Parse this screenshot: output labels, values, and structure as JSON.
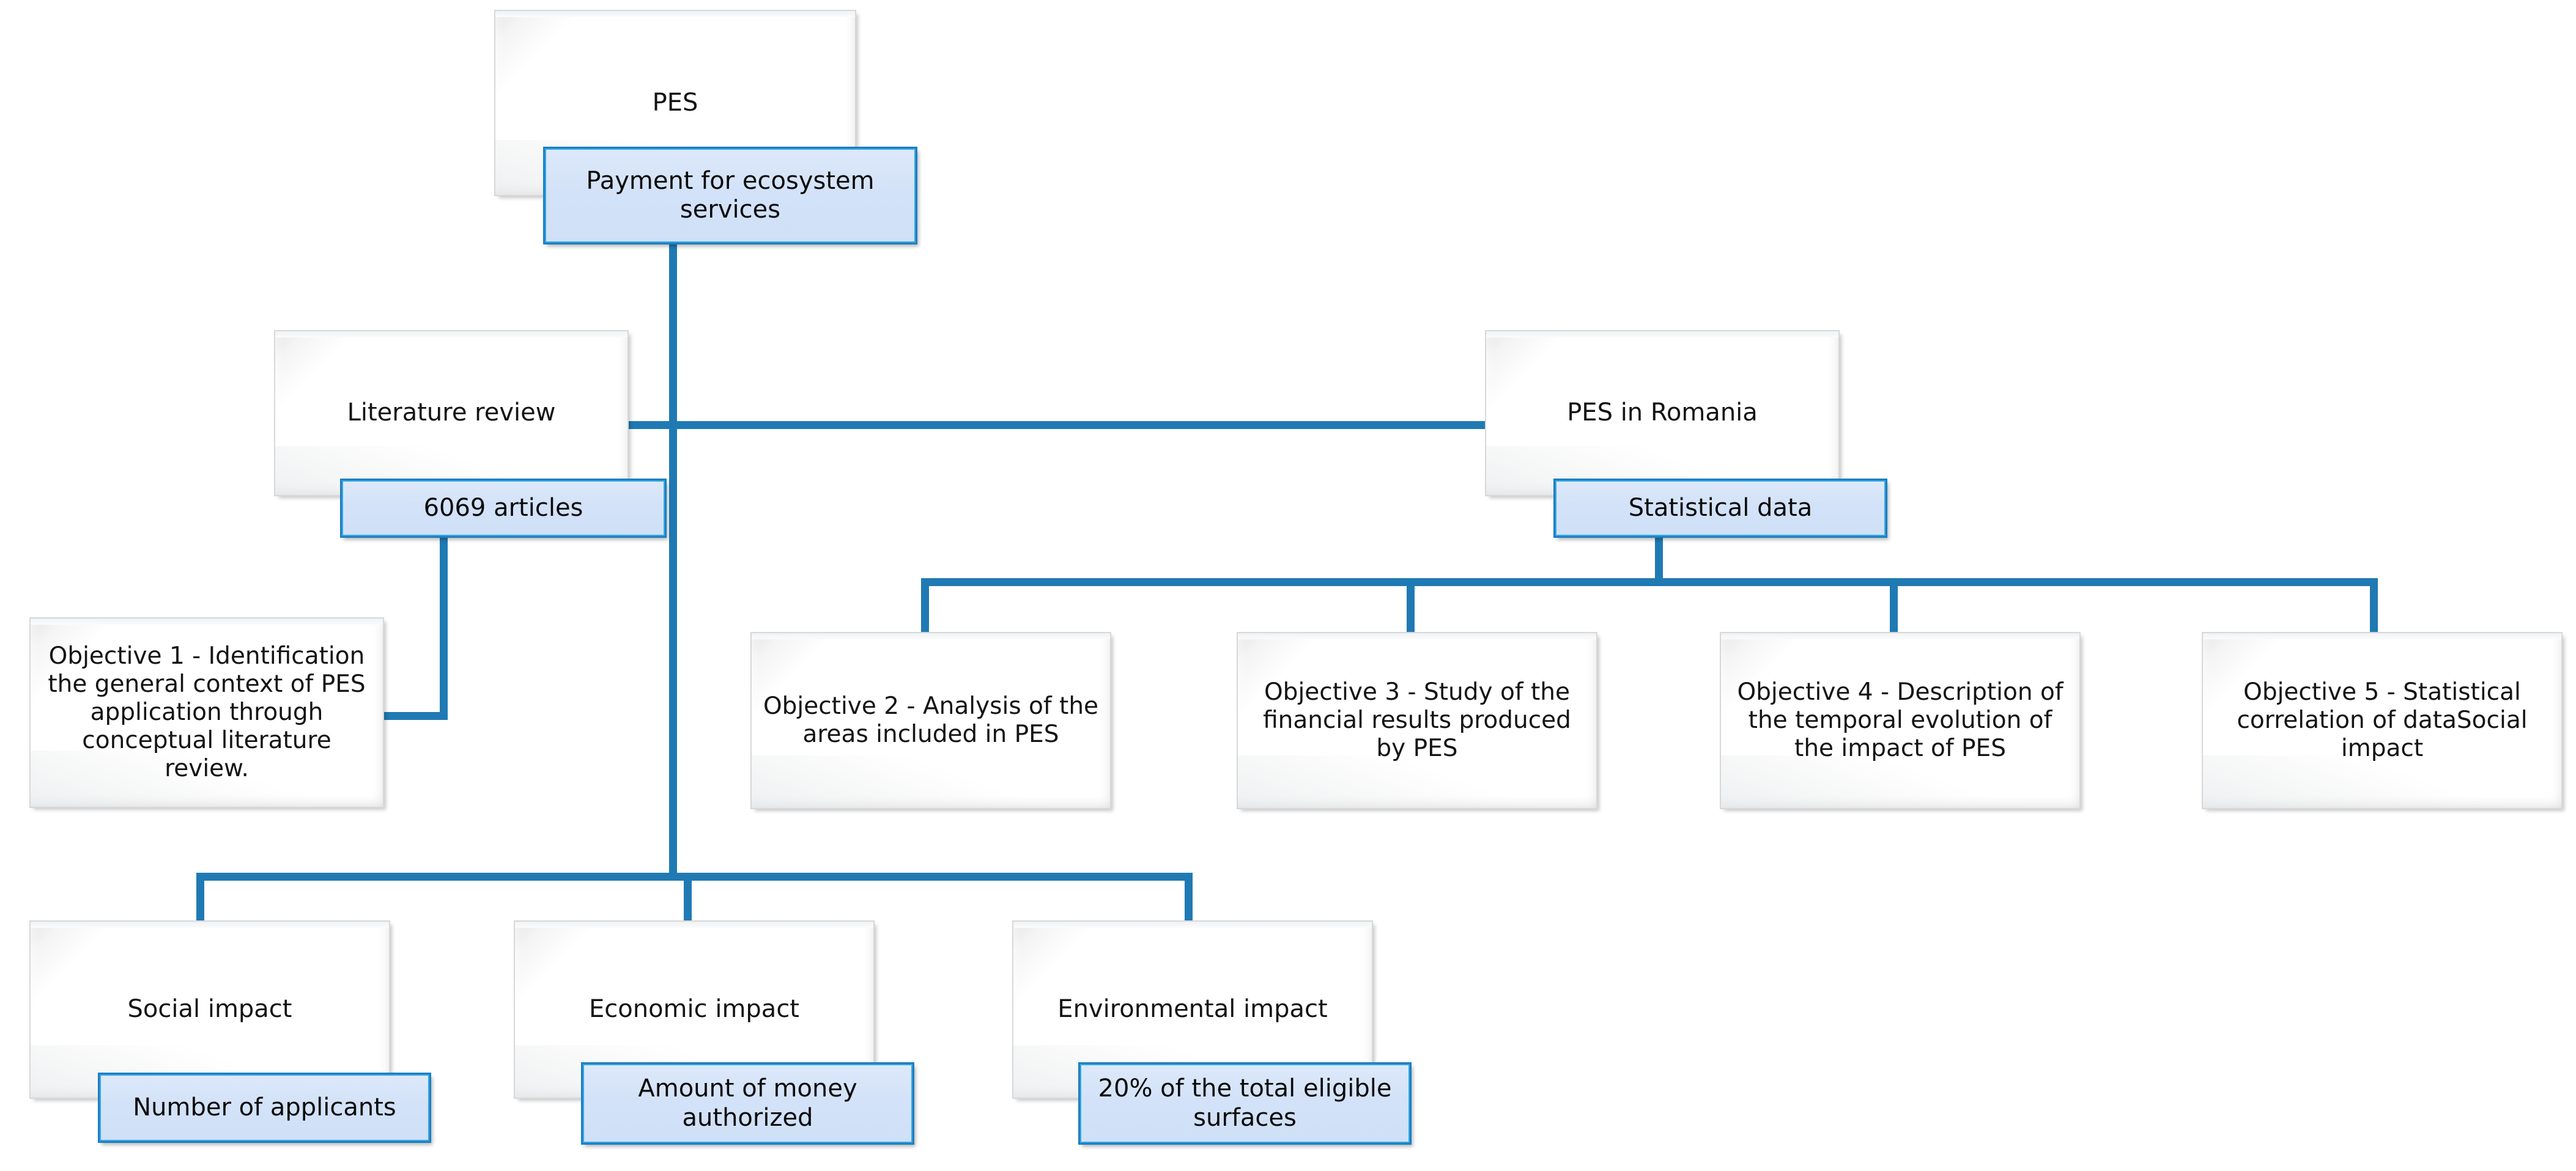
{
  "diagram": {
    "title": "PES research framework",
    "accent_color": "#1f7ab4",
    "node_blue_fill": "#d3e2f8",
    "node_blue_border": "#1c7fc0",
    "node_white_fill": "#ffffff",
    "node_white_border": "#d6d8da"
  },
  "nodes": {
    "root_outer": {
      "label": "PES"
    },
    "root_inner": {
      "label": "Payment for ecosystem\nservices"
    },
    "literature_outer": {
      "label": "Literature review"
    },
    "literature_inner": {
      "label": "6069 articles"
    },
    "romania_outer": {
      "label": "PES in Romania"
    },
    "romania_inner": {
      "label": "Statistical data"
    },
    "objective1": {
      "label": "Objective 1 - Identification\nthe general context of PES\napplication through\nconceptual literature\nreview."
    },
    "objective2": {
      "label": "Objective 2 - Analysis of the\nareas included in PES"
    },
    "objective3": {
      "label": "Objective 3 - Study of the\nfinancial results produced\nby PES"
    },
    "objective4": {
      "label": "Objective 4 - Description of\nthe temporal evolution of\nthe impact of PES"
    },
    "objective5": {
      "label": "Objective 5 - Statistical\ncorrelation of dataSocial\nimpact"
    },
    "social_outer": {
      "label": "Social impact"
    },
    "social_inner": {
      "label": "Number of applicants"
    },
    "economic_outer": {
      "label": "Economic impact"
    },
    "economic_inner": {
      "label": "Amount of money\nauthorized"
    },
    "environmental_outer": {
      "label": "Environmental impact"
    },
    "environmental_inner": {
      "label": "20% of the total eligible\nsurfaces"
    }
  }
}
